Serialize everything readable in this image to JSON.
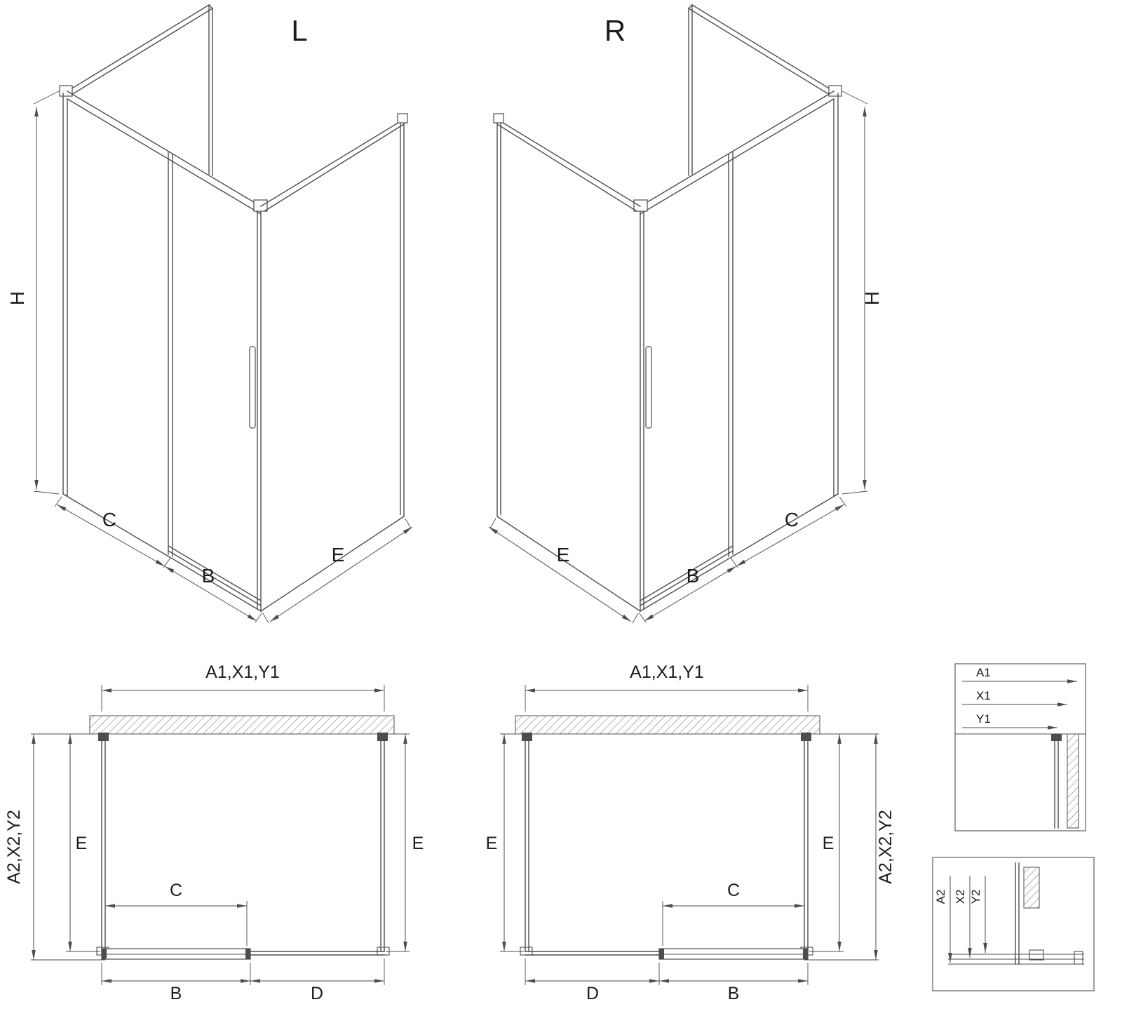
{
  "drawing_type": "shower-enclosure-technical-drawing",
  "colors": {
    "background": "#ffffff",
    "line": "#4d4d4d",
    "text": "#1c1c1c"
  },
  "views": {
    "iso_left": {
      "title": "L",
      "dim_h": "H",
      "dim_c": "C",
      "dim_b": "B",
      "dim_e": "E"
    },
    "iso_right": {
      "title": "R",
      "dim_h": "H",
      "dim_c": "C",
      "dim_b": "B",
      "dim_e": "E"
    },
    "plan_left": {
      "dim_width": "A1,X1,Y1",
      "dim_depth": "A2,X2,Y2",
      "dim_e_left": "E",
      "dim_e_right": "E",
      "dim_c": "C",
      "dim_b": "B",
      "dim_d": "D"
    },
    "plan_right": {
      "dim_width": "A1,X1,Y1",
      "dim_depth": "A2,X2,Y2",
      "dim_e_left": "E",
      "dim_e_right": "E",
      "dim_c": "C",
      "dim_b": "B",
      "dim_d": "D"
    },
    "detail_top": {
      "dim_a1": "A1",
      "dim_x1": "X1",
      "dim_y1": "Y1"
    },
    "detail_bottom": {
      "dim_a2": "A2",
      "dim_x2": "X2",
      "dim_y2": "Y2"
    }
  }
}
